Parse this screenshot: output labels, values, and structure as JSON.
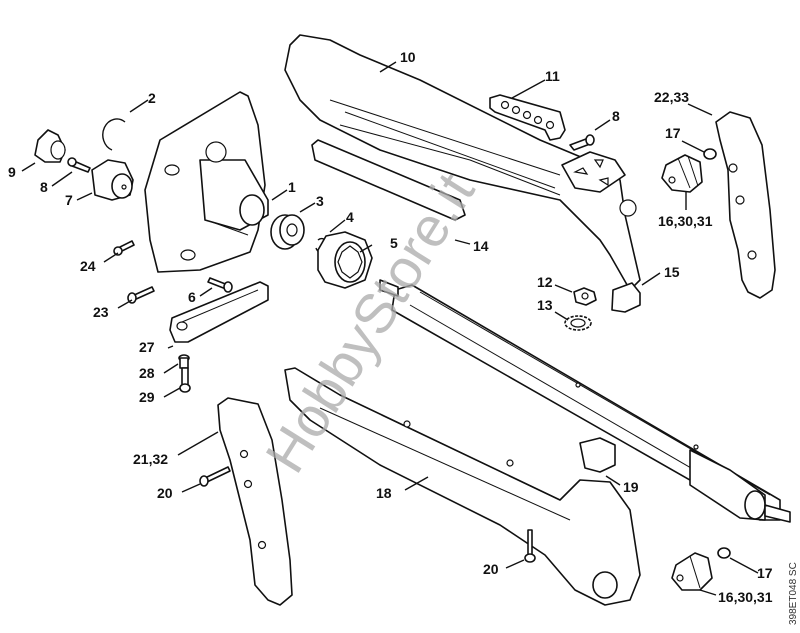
{
  "diagram": {
    "type": "exploded-parts-diagram",
    "drawing_code": "398ET048 SC",
    "watermark": "HobbyStore.it",
    "callouts": [
      {
        "id": "c1",
        "label": "1",
        "part": "handle-housing"
      },
      {
        "id": "c2",
        "label": "2",
        "part": "circlip"
      },
      {
        "id": "c3",
        "label": "3",
        "part": "ball-bearing"
      },
      {
        "id": "c4",
        "label": "4",
        "part": "retaining-ring"
      },
      {
        "id": "c5",
        "label": "5",
        "part": "splined-coupling"
      },
      {
        "id": "c6",
        "label": "6",
        "part": "screw"
      },
      {
        "id": "c7",
        "label": "7",
        "part": "rubber-buffer"
      },
      {
        "id": "c8a",
        "label": "8",
        "part": "screw"
      },
      {
        "id": "c8b",
        "label": "8",
        "part": "screw"
      },
      {
        "id": "c9",
        "label": "9",
        "part": "sleeve"
      },
      {
        "id": "c10",
        "label": "10",
        "part": "upper-handle-shell"
      },
      {
        "id": "c11",
        "label": "11",
        "part": "bracket-plate"
      },
      {
        "id": "c12",
        "label": "12",
        "part": "nut"
      },
      {
        "id": "c13",
        "label": "13",
        "part": "lock-washer"
      },
      {
        "id": "c14",
        "label": "14",
        "part": "cover-strip"
      },
      {
        "id": "c15",
        "label": "15",
        "part": "grip-piece"
      },
      {
        "id": "c16a",
        "label": "16,30,31",
        "part": "annular-buffer"
      },
      {
        "id": "c16b",
        "label": "16,30,31",
        "part": "annular-buffer"
      },
      {
        "id": "c17a",
        "label": "17",
        "part": "plug"
      },
      {
        "id": "c17b",
        "label": "17",
        "part": "plug"
      },
      {
        "id": "c18",
        "label": "18",
        "part": "lower-handle-shell"
      },
      {
        "id": "c19",
        "label": "19",
        "part": "grip-piece"
      },
      {
        "id": "c20a",
        "label": "20",
        "part": "screw"
      },
      {
        "id": "c20b",
        "label": "20",
        "part": "screw"
      },
      {
        "id": "c21",
        "label": "21,32",
        "part": "side-cover"
      },
      {
        "id": "c22",
        "label": "22,33",
        "part": "side-cover"
      },
      {
        "id": "c23",
        "label": "23",
        "part": "screw"
      },
      {
        "id": "c24",
        "label": "24",
        "part": "screw"
      },
      {
        "id": "c27",
        "label": "27",
        "part": "slide-guide"
      },
      {
        "id": "c28",
        "label": "28",
        "part": "spacer"
      },
      {
        "id": "c29",
        "label": "29",
        "part": "screw"
      }
    ]
  }
}
